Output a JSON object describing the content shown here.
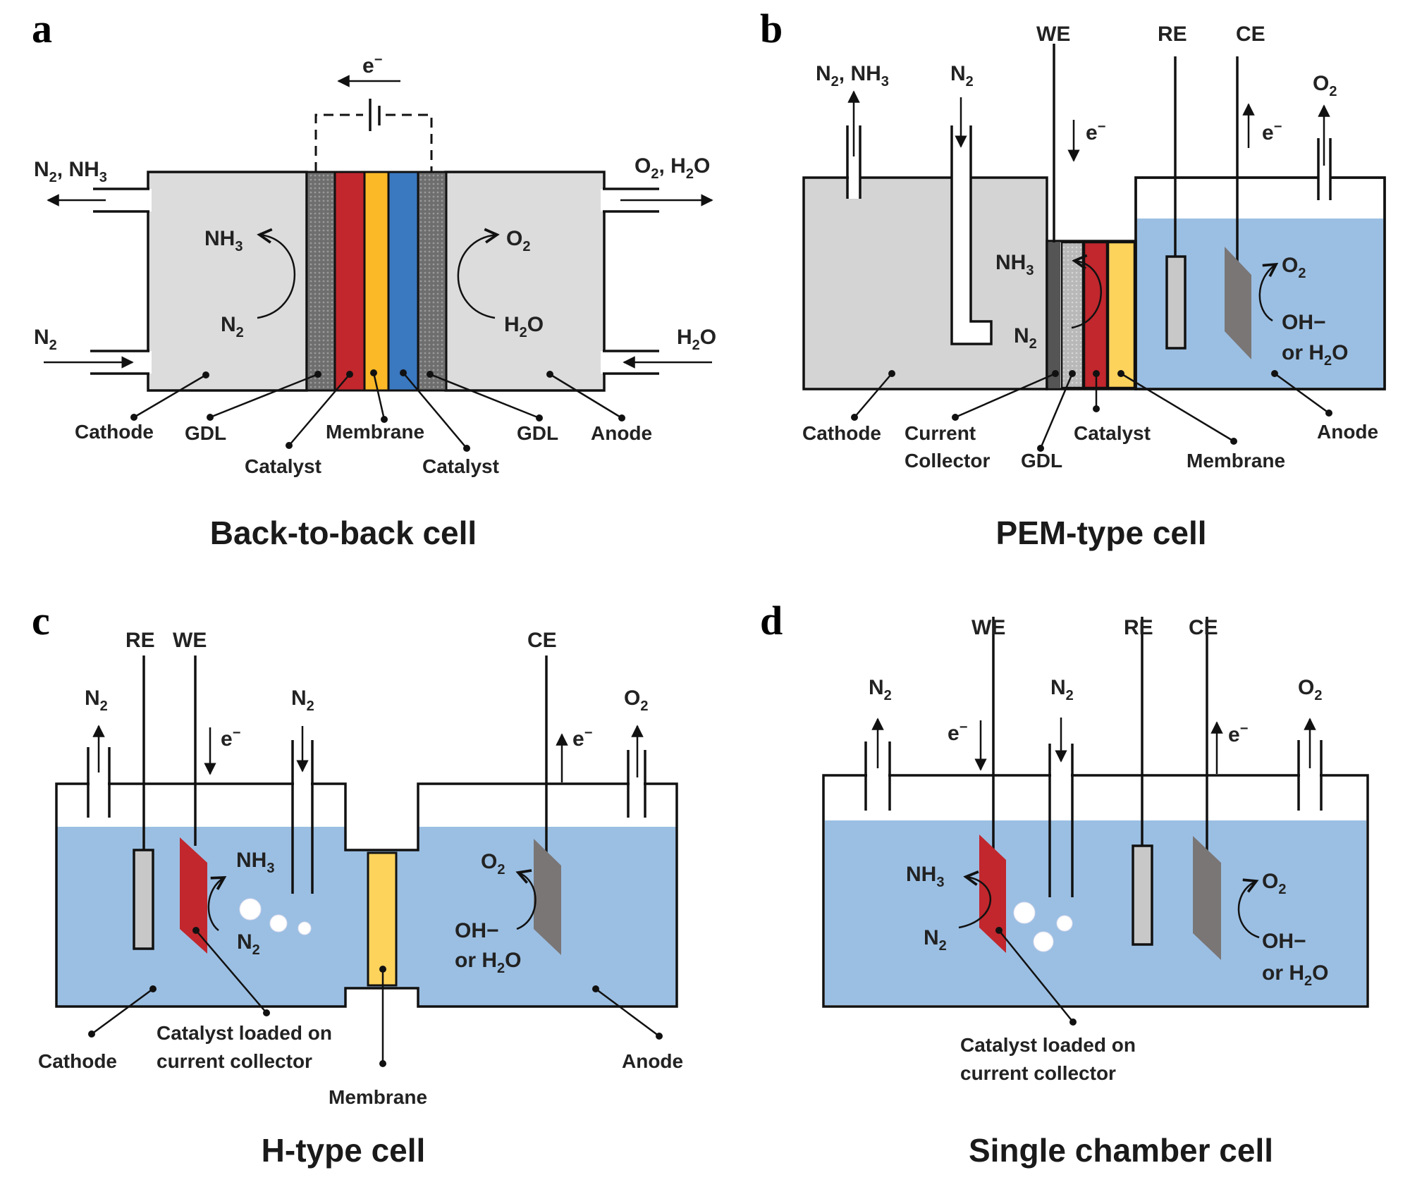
{
  "colors": {
    "chamber_gray": "#d9d9d9",
    "electrolyte_blue": "#9bbfe3",
    "catalyst_red": "#c1272d",
    "membrane_yellow": "#fbb927",
    "membrane_yellow_light": "#fdd35c",
    "anode_catalyst_blue": "#3a78c0",
    "gdl_dark": "#6e6e6e",
    "gdl_light": "#b8b8b8",
    "current_collector": "#555555",
    "electrode_gray": "#7a7676",
    "ref_electrode": "#c8c8c8"
  },
  "panels": {
    "a": {
      "letter": "a",
      "caption": "Back-to-back cell",
      "electron": {
        "base": "e",
        "sup": "−"
      },
      "outlet_left": {
        "parts": [
          "N",
          "2",
          ", NH",
          "3"
        ]
      },
      "inlet_left": {
        "parts": [
          "N",
          "2"
        ]
      },
      "outlet_right": {
        "parts": [
          "O",
          "2",
          ", H",
          "2",
          "O"
        ]
      },
      "inlet_right": {
        "parts": [
          "H",
          "2",
          "O"
        ]
      },
      "cathode_product": {
        "parts": [
          "NH",
          "3"
        ]
      },
      "cathode_reactant": {
        "parts": [
          "N",
          "2"
        ]
      },
      "anode_product": {
        "parts": [
          "O",
          "2"
        ]
      },
      "anode_reactant": {
        "parts": [
          "H",
          "2",
          "O"
        ]
      },
      "callouts": {
        "cathode": "Cathode",
        "gdl_left": "GDL",
        "catalyst_left": "Catalyst",
        "membrane": "Membrane",
        "catalyst_right": "Catalyst",
        "gdl_right": "GDL",
        "anode": "Anode"
      }
    },
    "b": {
      "letter": "b",
      "caption": "PEM-type cell",
      "we": "WE",
      "re": "RE",
      "ce": "CE",
      "electron": {
        "base": "e",
        "sup": "−"
      },
      "outlet_left": {
        "parts": [
          "N",
          "2",
          ", NH",
          "3"
        ]
      },
      "inlet_left": {
        "parts": [
          "N",
          "2"
        ]
      },
      "outlet_right": {
        "parts": [
          "O",
          "2"
        ]
      },
      "cathode_product": {
        "parts": [
          "NH",
          "3"
        ]
      },
      "cathode_reactant": {
        "parts": [
          "N",
          "2"
        ]
      },
      "anode_product": {
        "parts": [
          "O",
          "2"
        ]
      },
      "anode_reactant_1": "OH−",
      "anode_reactant_2": {
        "parts": [
          "or H",
          "2",
          "O"
        ]
      },
      "callouts": {
        "cathode": "Cathode",
        "current_collector_1": "Current",
        "current_collector_2": "Collector",
        "gdl": "GDL",
        "catalyst": "Catalyst",
        "membrane": "Membrane",
        "anode": "Anode"
      }
    },
    "c": {
      "letter": "c",
      "caption": "H-type cell",
      "re": "RE",
      "we": "WE",
      "ce": "CE",
      "electron": {
        "base": "e",
        "sup": "−"
      },
      "outlet_left": {
        "parts": [
          "N",
          "2"
        ]
      },
      "inlet_left": {
        "parts": [
          "N",
          "2"
        ]
      },
      "outlet_right": {
        "parts": [
          "O",
          "2"
        ]
      },
      "cathode_product": {
        "parts": [
          "NH",
          "3"
        ]
      },
      "cathode_reactant": {
        "parts": [
          "N",
          "2"
        ]
      },
      "anode_product": {
        "parts": [
          "O",
          "2"
        ]
      },
      "anode_reactant_1": "OH−",
      "anode_reactant_2": {
        "parts": [
          "or H",
          "2",
          "O"
        ]
      },
      "callouts": {
        "cathode": "Cathode",
        "catalyst_1": "Catalyst loaded on",
        "catalyst_2": "current collector",
        "membrane": "Membrane",
        "anode": "Anode"
      }
    },
    "d": {
      "letter": "d",
      "caption": "Single chamber cell",
      "we": "WE",
      "re": "RE",
      "ce": "CE",
      "electron": {
        "base": "e",
        "sup": "−"
      },
      "outlet_left": {
        "parts": [
          "N",
          "2"
        ]
      },
      "inlet_left": {
        "parts": [
          "N",
          "2"
        ]
      },
      "outlet_right": {
        "parts": [
          "O",
          "2"
        ]
      },
      "cathode_product": {
        "parts": [
          "NH",
          "3"
        ]
      },
      "cathode_reactant": {
        "parts": [
          "N",
          "2"
        ]
      },
      "anode_product": {
        "parts": [
          "O",
          "2"
        ]
      },
      "anode_reactant_1": "OH−",
      "anode_reactant_2": {
        "parts": [
          "or H",
          "2",
          "O"
        ]
      },
      "callouts": {
        "catalyst_1": "Catalyst loaded on",
        "catalyst_2": "current collector"
      }
    }
  }
}
